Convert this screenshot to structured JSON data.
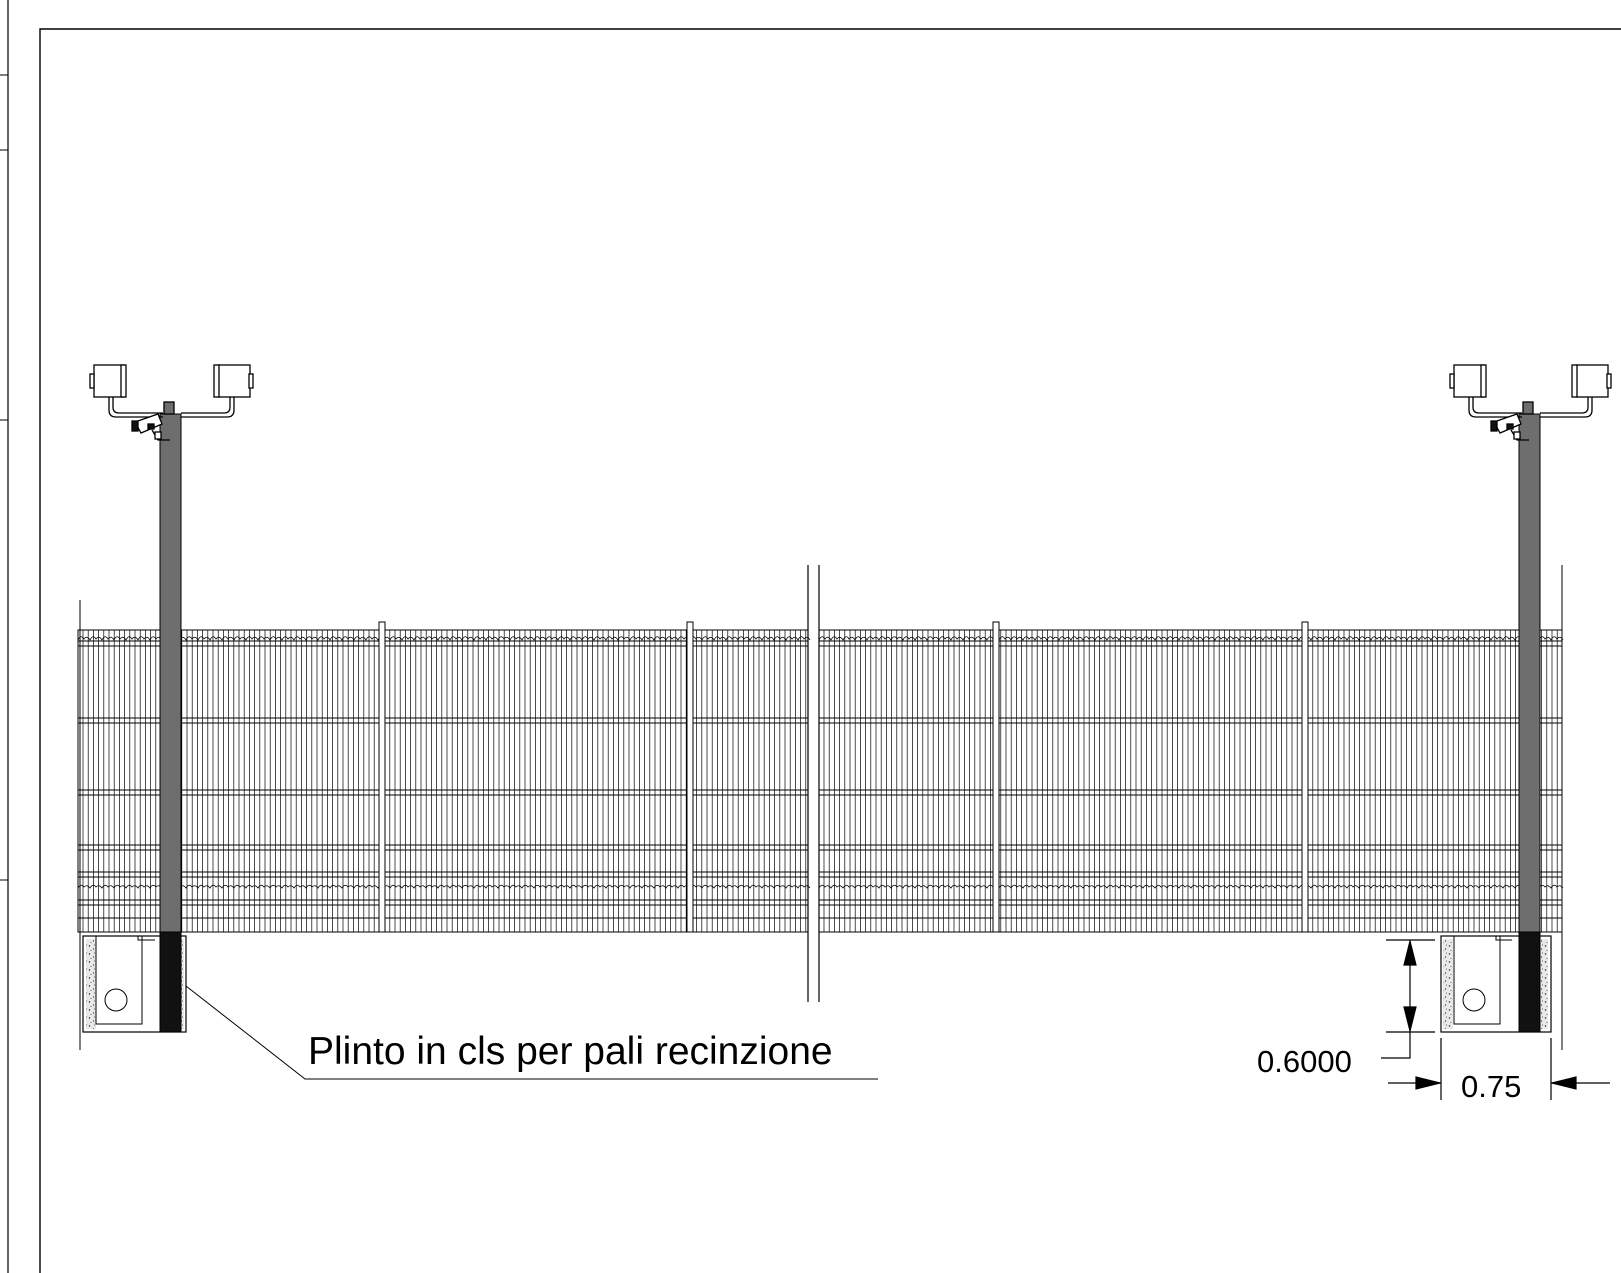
{
  "annotations": {
    "plinth_label": "Plinto in cls per pali recinzione",
    "depth_dimension": "0.6000",
    "width_dimension": "0.75"
  },
  "colors": {
    "pole": "#6e6e6e",
    "pole_footing": "#111111",
    "line": "#000000",
    "paper": "#ffffff"
  },
  "icons": {
    "camera": "cctv-camera-icon",
    "floodlight": "floodlight-icon"
  }
}
